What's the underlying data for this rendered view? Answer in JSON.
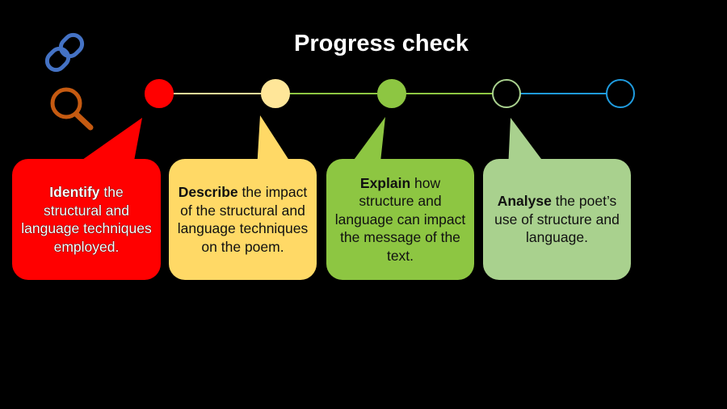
{
  "title": "Progress check",
  "icons": [
    "link-icon",
    "magnifier-icon"
  ],
  "colors": {
    "background": "#000000",
    "red": "#ff0000",
    "yellow": "#ffd966",
    "green": "#8dc642",
    "lightgreen": "#a9d18e",
    "blue": "#1f9bde",
    "link_icon": "#4472c4",
    "magnifier_icon": "#c55a11"
  },
  "timeline_nodes": [
    {
      "fill": "#ff0000",
      "stroke": "#ff0000"
    },
    {
      "fill": "#ffe699",
      "stroke": "#ffe699"
    },
    {
      "fill": "#8dc642",
      "stroke": "#8dc642"
    },
    {
      "fill": "none",
      "stroke": "#a9d18e"
    },
    {
      "fill": "none",
      "stroke": "#1f9bde"
    }
  ],
  "timeline_links": [
    "#ffe699",
    "#8dc642",
    "#8dc642",
    "#1f9bde"
  ],
  "cards": [
    {
      "keyword": "Identify",
      "rest": " the structural and language techniques employed.",
      "color": "#ff0000"
    },
    {
      "keyword": "Describe",
      "rest": " the impact of the structural and language techniques on the poem.",
      "color": "#ffd966"
    },
    {
      "keyword": "Explain",
      "rest": " how structure and language can impact the message of the text.",
      "color": "#8dc642"
    },
    {
      "keyword": "Analyse",
      "rest": " the poet’s use of structure and language.",
      "color": "#a9d18e"
    }
  ]
}
